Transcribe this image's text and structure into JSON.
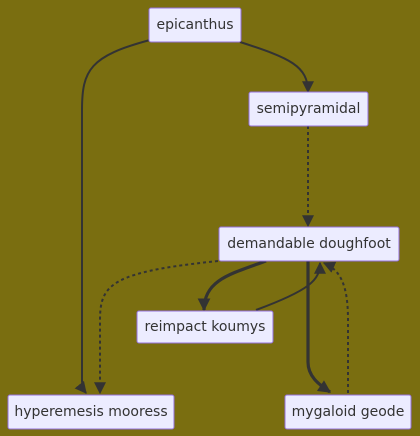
{
  "diagram": {
    "type": "flowchart",
    "nodes": [
      {
        "id": "epicanthus",
        "label": "epicanthus"
      },
      {
        "id": "semipyramidal",
        "label": "semipyramidal"
      },
      {
        "id": "demandable",
        "label": "demandable doughfoot"
      },
      {
        "id": "reimpact",
        "label": "reimpact koumys"
      },
      {
        "id": "hyperemesis",
        "label": "hyperemesis mooress"
      },
      {
        "id": "mygaloid",
        "label": "mygaloid geode"
      }
    ],
    "edges": [
      {
        "from": "epicanthus",
        "to": "semipyramidal",
        "style": "solid"
      },
      {
        "from": "epicanthus",
        "to": "hyperemesis",
        "style": "solid"
      },
      {
        "from": "semipyramidal",
        "to": "demandable",
        "style": "dotted"
      },
      {
        "from": "demandable",
        "to": "reimpact",
        "style": "thick"
      },
      {
        "from": "demandable",
        "to": "hyperemesis",
        "style": "dotted"
      },
      {
        "from": "demandable",
        "to": "mygaloid",
        "style": "thick"
      },
      {
        "from": "reimpact",
        "to": "demandable",
        "style": "solid"
      },
      {
        "from": "mygaloid",
        "to": "demandable",
        "style": "dotted"
      }
    ]
  }
}
